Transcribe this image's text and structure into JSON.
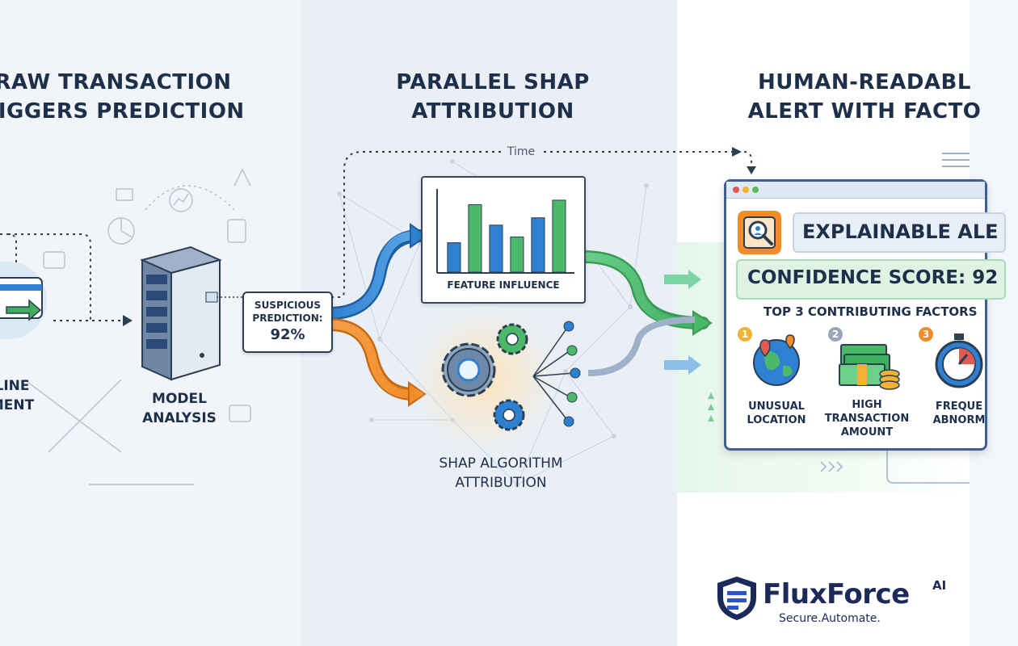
{
  "stages": [
    {
      "heading_line1": "RAW TRANSACTION",
      "heading_line2": "RIGGERS PREDICTION"
    },
    {
      "heading_line1": "PARALLEL SHAP",
      "heading_line2": "ATTRIBUTION"
    },
    {
      "heading_line1": "HUMAN-READABL",
      "heading_line2": "ALERT WITH FACTO"
    }
  ],
  "left": {
    "payment_line1": "LINE",
    "payment_line2": "MENT",
    "model_line1": "MODEL",
    "model_line2": "ANALYSIS"
  },
  "prediction": {
    "line1": "SUSPICIOUS",
    "line2": "PREDICTION:",
    "value": "92%"
  },
  "timeline": {
    "label": "Time"
  },
  "feature_chart": {
    "label": "FEATURE INFLUENCE",
    "colors": [
      "#2f80d1",
      "#4cb86a",
      "#2f80d1",
      "#4cb86a",
      "#2f80d1",
      "#4cb86a"
    ]
  },
  "chart_data": {
    "type": "bar",
    "categories": [
      "",
      "",
      "",
      "",
      "",
      ""
    ],
    "values": [
      40,
      92,
      64,
      48,
      74,
      98
    ],
    "title": "",
    "xlabel": "",
    "ylabel": "",
    "ylim": [
      0,
      110
    ]
  },
  "shap": {
    "label_line1": "SHAP ALGORITHM",
    "label_line2": "ATTRIBUTION"
  },
  "alert": {
    "title": "EXPLAINABLE ALE",
    "confidence": "CONFIDENCE SCORE: 92",
    "factors_heading": "TOP 3 CONTRIBUTING FACTORS",
    "factors": [
      {
        "num": "1",
        "line1": "UNUSUAL",
        "line2": "LOCATION",
        "line3": "",
        "icon": "globe-icon"
      },
      {
        "num": "2",
        "line1": "HIGH",
        "line2": "TRANSACTION",
        "line3": "AMOUNT",
        "icon": "money-icon"
      },
      {
        "num": "3",
        "line1": "FREQUE",
        "line2": "ABNORM",
        "line3": "",
        "icon": "stopwatch-icon"
      }
    ]
  },
  "brand": {
    "name": "FluxForce",
    "suffix": "AI",
    "tagline": "Secure.Automate."
  },
  "colors": {
    "blue": "#2f80d1",
    "green": "#4cb86a",
    "orange": "#f28c28",
    "navy": "#1e2f4a"
  }
}
